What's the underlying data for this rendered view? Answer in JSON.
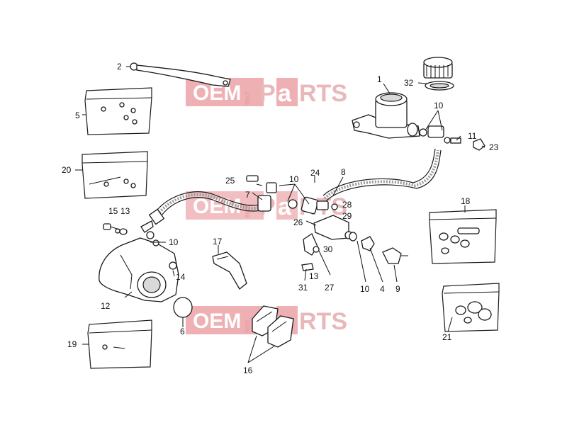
{
  "watermark": {
    "oem": "OEM",
    "bike": "BIKE",
    "p": "P",
    "a": "a",
    "rts": "RTS",
    "color": "#d9474e"
  },
  "callouts": {
    "c1": "1",
    "c2": "2",
    "c4": "4",
    "c5": "5",
    "c6": "6",
    "c7": "7",
    "c8": "8",
    "c9": "9",
    "c10a": "10",
    "c10b": "10",
    "c10c": "10",
    "c10d": "10",
    "c11": "11",
    "c12": "12",
    "c13a": "13",
    "c13b": "13",
    "c14": "14",
    "c15": "15",
    "c16": "16",
    "c17": "17",
    "c18": "18",
    "c19": "19",
    "c20": "20",
    "c21": "21",
    "c23": "23",
    "c24": "24",
    "c25": "25",
    "c26": "26",
    "c27": "27",
    "c28": "28",
    "c29": "29",
    "c30": "30",
    "c31": "31",
    "c32": "32"
  }
}
